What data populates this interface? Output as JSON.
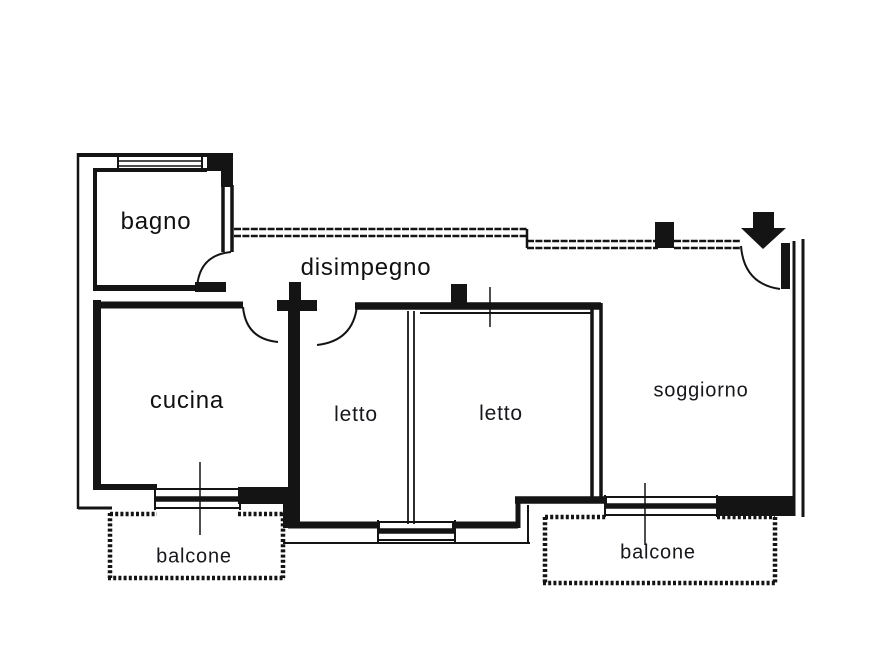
{
  "floorplan": {
    "type": "apartment-floor-plan",
    "colors": {
      "ink": "#141414",
      "background": "#ffffff",
      "label_text": "#17171c"
    },
    "entrance": {
      "symbol": "arrow-down",
      "location": "top-right"
    },
    "rooms": [
      {
        "id": "bagno",
        "label": "bagno"
      },
      {
        "id": "disimpegno",
        "label": "disimpegno"
      },
      {
        "id": "cucina",
        "label": "cucina"
      },
      {
        "id": "letto-1",
        "label": "letto"
      },
      {
        "id": "letto-2",
        "label": "letto"
      },
      {
        "id": "soggiorno",
        "label": "soggiorno"
      },
      {
        "id": "balcone-left",
        "label": "balcone"
      },
      {
        "id": "balcone-right",
        "label": "balcone"
      }
    ]
  }
}
